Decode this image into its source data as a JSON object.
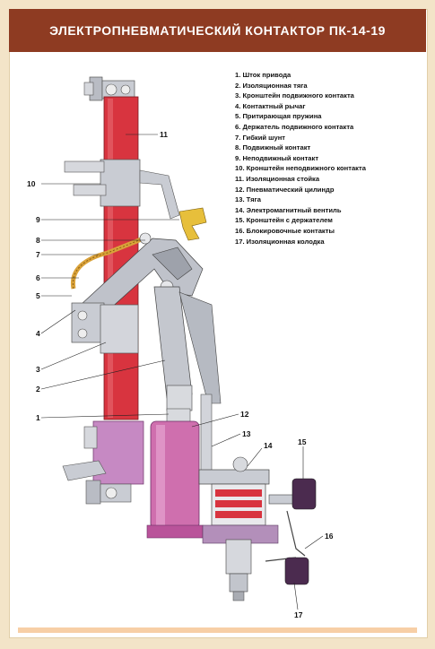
{
  "header": {
    "title": "ЭЛЕКТРОПНЕВМАТИЧЕСКИЙ КОНТАКТОР ПК-14-19"
  },
  "legend": [
    "1. Шток привода",
    "2. Изоляционная тяга",
    "3. Кронштейн подвижного контакта",
    "4. Контактный рычаг",
    "5. Притирающая пружина",
    "6. Держатель подвижного контакта",
    "7. Гибкий шунт",
    "8. Подвижный контакт",
    "9. Неподвижный контакт",
    "10. Кронштейн неподвижного контакта",
    "11. Изоляционная стойка",
    "12. Пневматический цилиндр",
    "13. Тяга",
    "14. Электромагнитный вентиль",
    "15. Кронштейн с держателем",
    "16. Блокировочные контакты",
    "17. Изоляционная колодка"
  ],
  "callouts": [
    "1",
    "2",
    "3",
    "4",
    "5",
    "6",
    "7",
    "8",
    "9",
    "10",
    "11",
    "12",
    "13",
    "14",
    "15",
    "16",
    "17"
  ],
  "colors": {
    "header": "#8e3b22",
    "insulator": "#d8343f",
    "cylinder": "#cf6fae",
    "metal": "#c9ccd3"
  }
}
